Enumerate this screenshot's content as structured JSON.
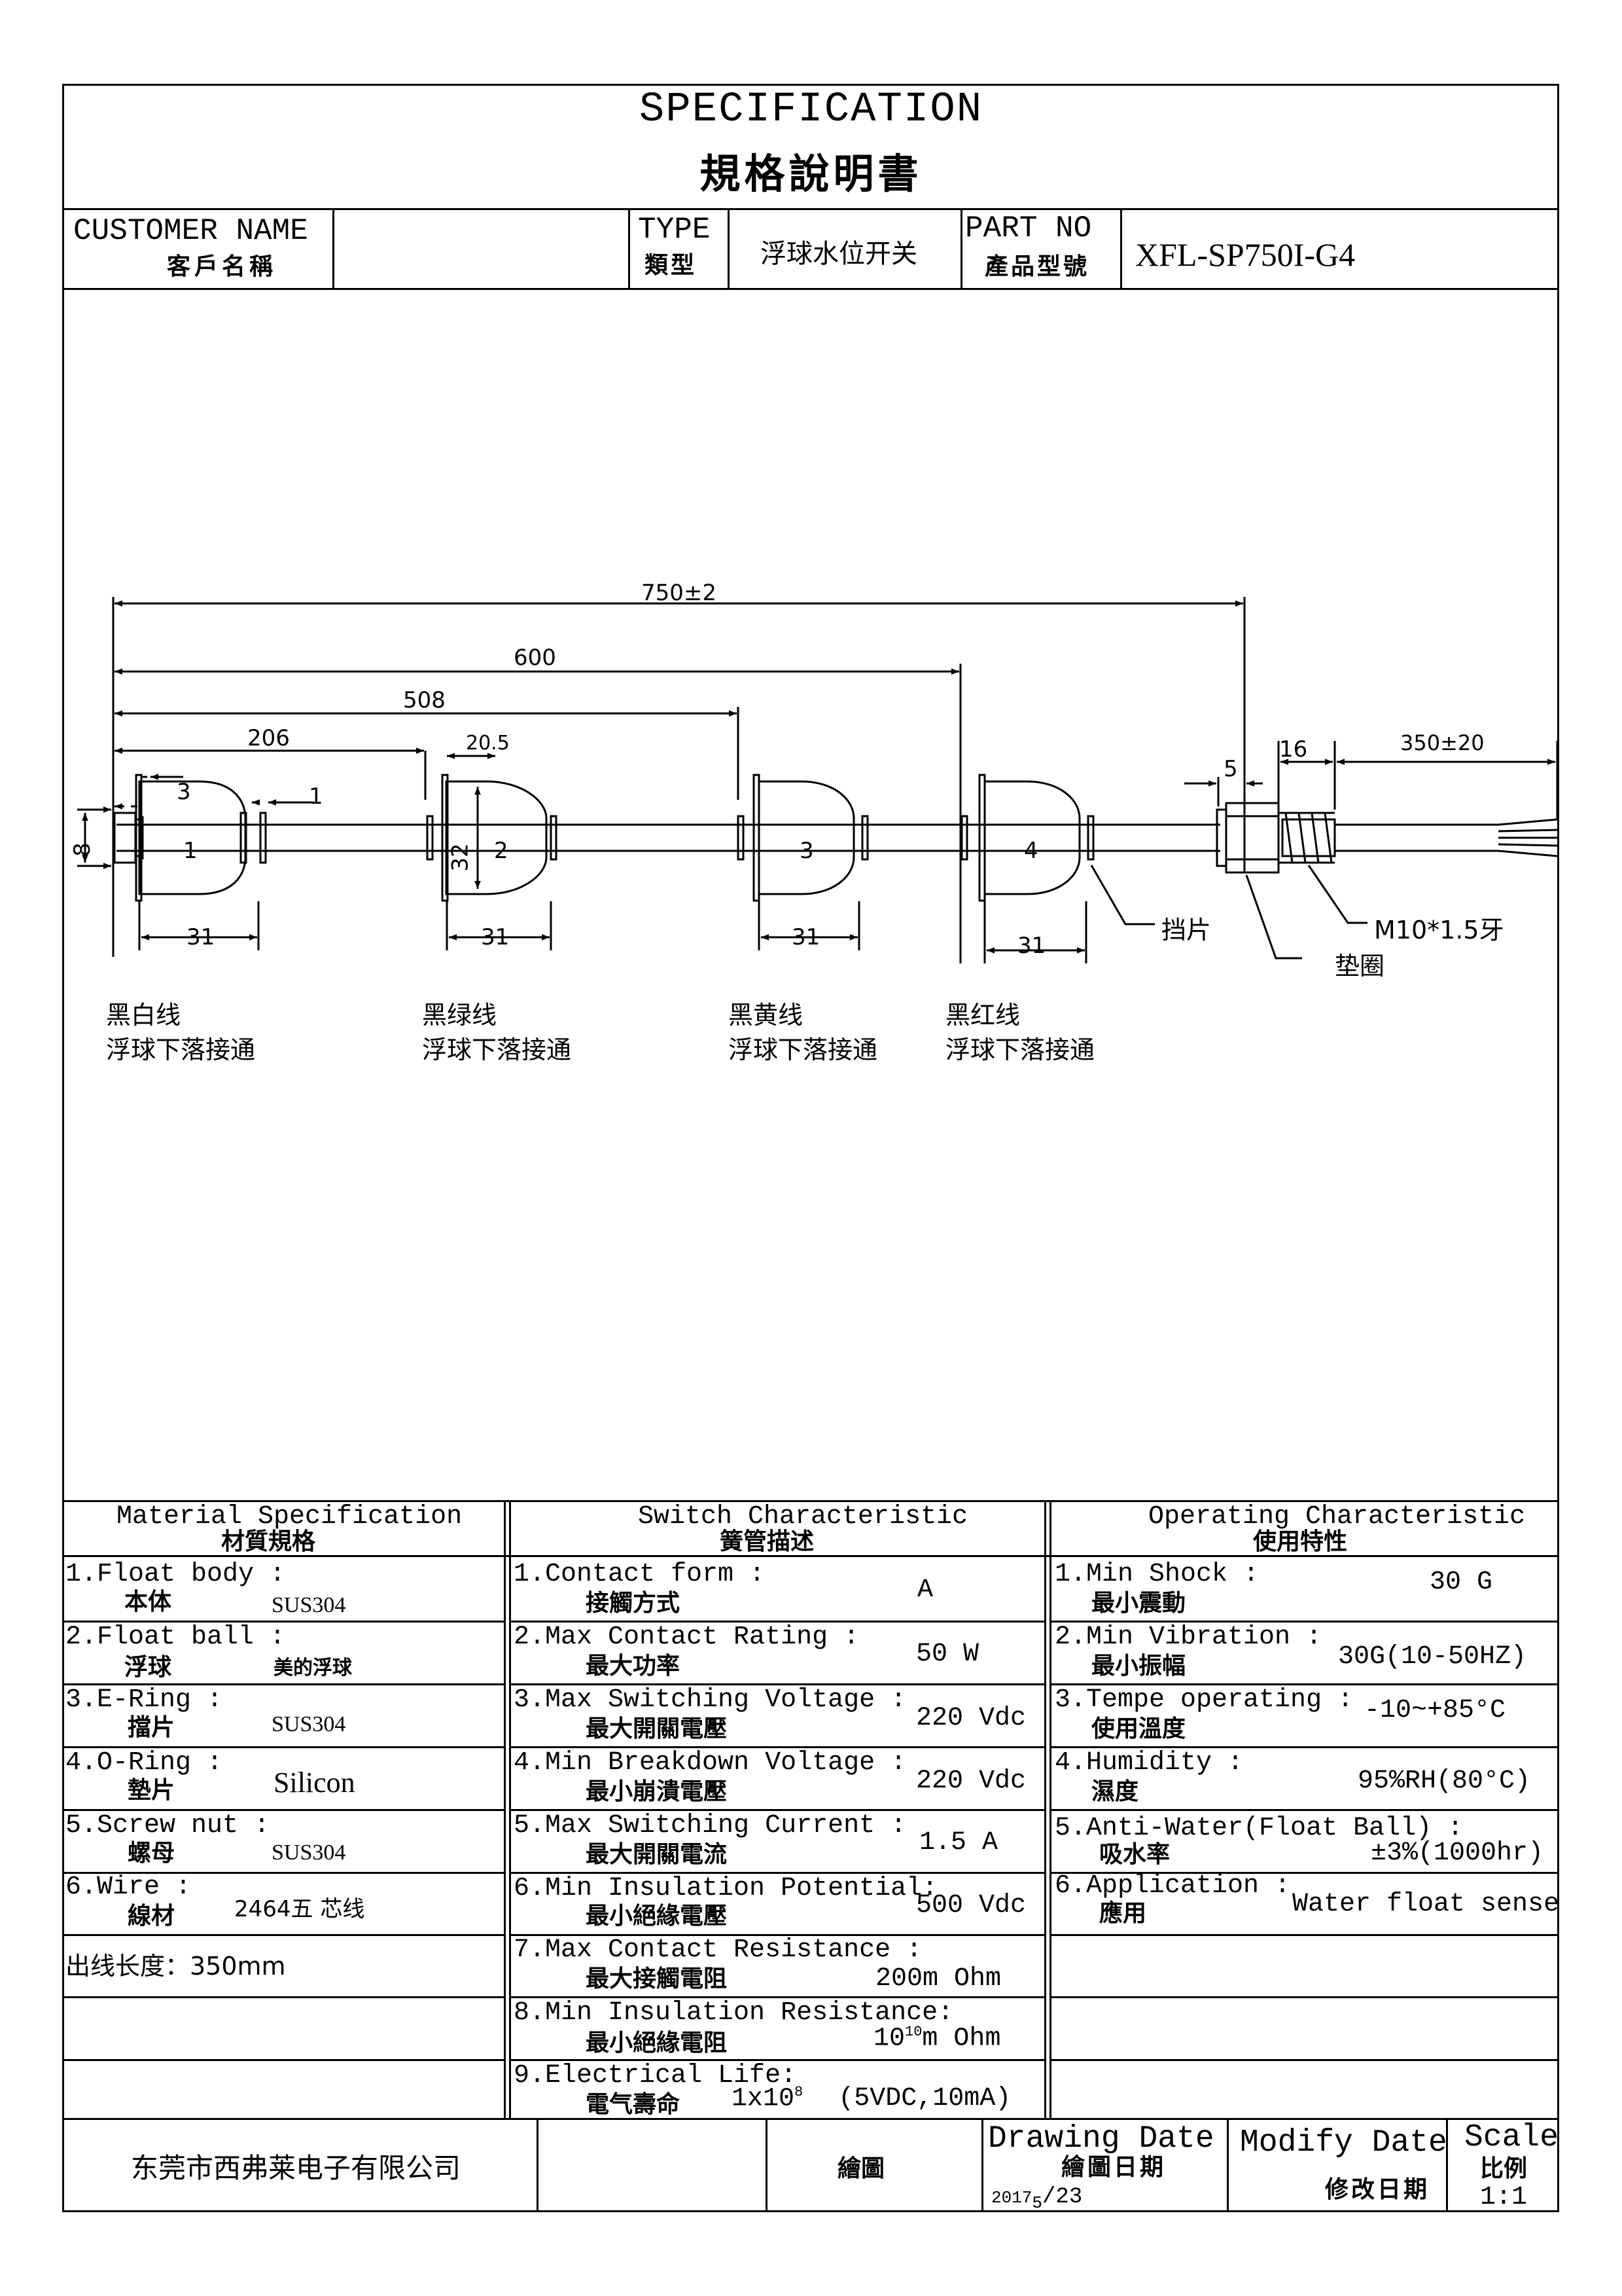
{
  "header": {
    "title_en": "SPECIFICATION",
    "title_cn": "規格說明書",
    "customer_en": "CUSTOMER NAME",
    "customer_cn": "客戶名稱",
    "customer_value": "",
    "type_en": "TYPE",
    "type_cn": "類型",
    "type_value": "浮球水位开关",
    "part_en": "PART NO",
    "part_cn": "產品型號",
    "part_value": "XFL-SP750I-G4"
  },
  "drawing": {
    "dims": {
      "total": "750±2",
      "d600": "600",
      "d508": "508",
      "d206": "206",
      "d20_5": "20.5",
      "d3": "3",
      "d1": "1",
      "d8": "8",
      "d32": "32",
      "d31": "31",
      "d5": "5",
      "d16": "16",
      "wire_len": "350±20"
    },
    "float_numbers": [
      "1",
      "2",
      "3",
      "4"
    ],
    "float_notes": [
      {
        "wire": "黑白线",
        "note": "浮球下落接通"
      },
      {
        "wire": "黑绿线",
        "note": "浮球下落接通"
      },
      {
        "wire": "黑黄线",
        "note": "浮球下落接通"
      },
      {
        "wire": "黑红线",
        "note": "浮球下落接通"
      }
    ],
    "callouts": {
      "stopper": "挡片",
      "thread": "M10*1.5牙",
      "gasket": "垫圈"
    }
  },
  "spec_table": {
    "material": {
      "header_en": "Material  Specification",
      "header_cn": "材質規格",
      "rows": [
        {
          "en": "1.Float body :",
          "cn": "本体",
          "value": "SUS304"
        },
        {
          "en": "2.Float ball :",
          "cn": "浮球",
          "value": "美的浮球"
        },
        {
          "en": "3.E-Ring :",
          "cn": "擋片",
          "value": "SUS304"
        },
        {
          "en": "4.O-Ring :",
          "cn": "墊片",
          "value": "Silicon"
        },
        {
          "en": "5.Screw nut :",
          "cn": "螺母",
          "value": "SUS304"
        },
        {
          "en": "6.Wire :",
          "cn": "線材",
          "value": "2464五 芯线"
        },
        {
          "en": "出线长度：350mm",
          "cn": "",
          "value": ""
        }
      ]
    },
    "switch": {
      "header_en": "Switch Characteristic",
      "header_cn": "簧管描述",
      "rows": [
        {
          "en": "1.Contact form :",
          "cn": "接觸方式",
          "value": "A"
        },
        {
          "en": "2.Max Contact Rating :",
          "cn": "最大功率",
          "value": "50 W"
        },
        {
          "en": "3.Max Switching Voltage :",
          "cn": "最大開關電壓",
          "value": "220 Vdc"
        },
        {
          "en": "4.Min Breakdown Voltage :",
          "cn": "最小崩潰電壓",
          "value": "220 Vdc"
        },
        {
          "en": "5.Max Switching Current :",
          "cn": "最大開關電流",
          "value": "1.5 A"
        },
        {
          "en": "6.Min Insulation Potential:",
          "cn": "最小絕緣電壓",
          "value": "500 Vdc"
        },
        {
          "en": "7.Max Contact Resistance :",
          "cn": "最大接觸電阻",
          "value": "200m Ohm"
        },
        {
          "en": "8.Min Insulation Resistance:",
          "cn": "最小絕緣電阻",
          "value_base": "10",
          "value_exp": "10",
          "value_unit": "m Ohm"
        },
        {
          "en": "9.Electrical Life:",
          "cn": "電气壽命",
          "value_base": "1x10",
          "value_exp": "8",
          "value_unit": "(5VDC,10mA)"
        }
      ]
    },
    "operating": {
      "header_en": "Operating Characteristic",
      "header_cn": "使用特性",
      "rows": [
        {
          "en": "1.Min Shock :",
          "cn": "最小震動",
          "value": "30 G"
        },
        {
          "en": "2.Min Vibration :",
          "cn": "最小振幅",
          "value": "30G(10-50HZ)"
        },
        {
          "en": "3.Tempe operating :",
          "cn": "使用溫度",
          "value": "-10~+85°C"
        },
        {
          "en": "4.Humidity :",
          "cn": "濕度",
          "value": "95%RH(80°C)"
        },
        {
          "en": "5.Anti-Water(Float Ball) :",
          "cn": "吸水率",
          "value": "±3%(1000hr)"
        },
        {
          "en": "6.Application :",
          "cn": "應用",
          "value": "Water float sense"
        }
      ]
    }
  },
  "footer": {
    "company": "东莞市西弗莱电子有限公司",
    "draw_label": "繪圖",
    "drawing_date_en": "Drawing Date",
    "drawing_date_cn": "繪圖日期",
    "drawing_date_year": "2017",
    "drawing_date_month": "5",
    "drawing_date_day": "/23",
    "modify_date_en": "Modify Date",
    "modify_date_cn": "修改日期",
    "scale_en": "Scale",
    "scale_cn": "比例",
    "scale_value": "1:1"
  }
}
